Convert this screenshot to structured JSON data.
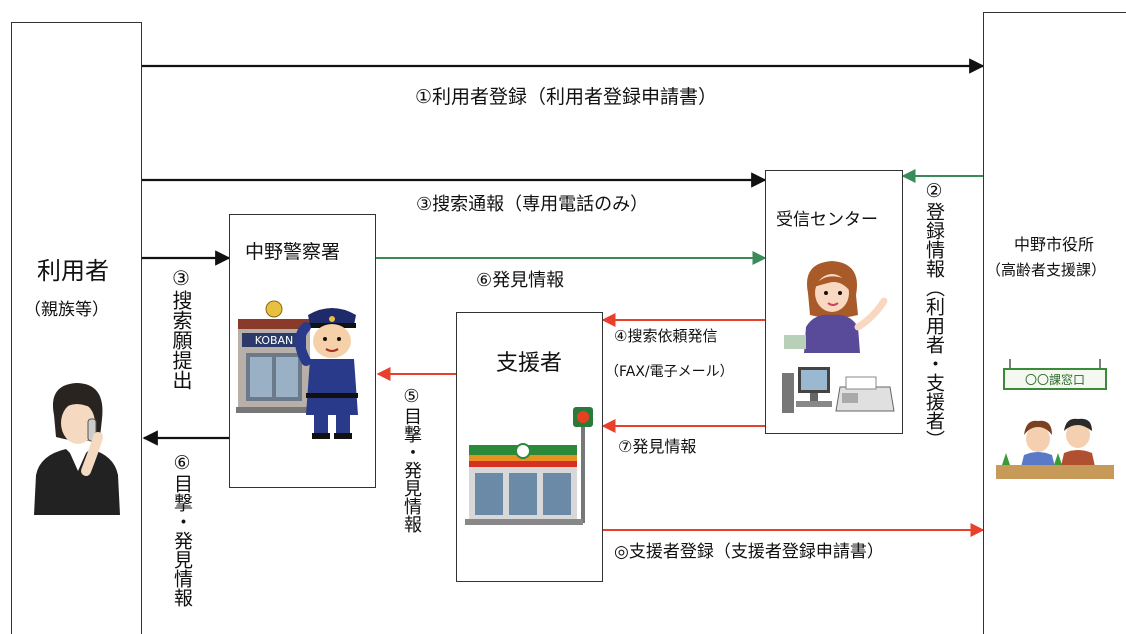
{
  "colors": {
    "black_arrow": "#111111",
    "green_arrow": "#3a8a5a",
    "red_arrow": "#e8402a",
    "box_border": "#333333"
  },
  "boxes": {
    "user": {
      "title": "利用者",
      "subtitle": "（親族等）"
    },
    "police": {
      "title": "中野警察署",
      "koban_sign": "KOBAN"
    },
    "supporter": {
      "title": "支援者"
    },
    "center": {
      "title": "受信センター"
    },
    "city": {
      "title": "中野市役所",
      "subtitle": "（高齢者支援課）",
      "window_sign": "〇〇課窓口"
    }
  },
  "arrows": {
    "registration": "①利用者登録（利用者登録申請書）",
    "search_report": "③搜索通報（専用電話のみ）",
    "registration_info": "②登録情報（利用者・支援者）",
    "search_request": "③搜索願提出",
    "found_info_police": "⑥発見情報",
    "search_request_send": "④搜索依頼発信",
    "fax_email": "（FAX/電子メール）",
    "found_info_center": "⑦発見情報",
    "witness_info_police": "⑤目撃・発見情報",
    "witness_info_user": "⑥目撃・発見情報",
    "supporter_registration": "◎支援者登録（支援者登録申請書）"
  }
}
